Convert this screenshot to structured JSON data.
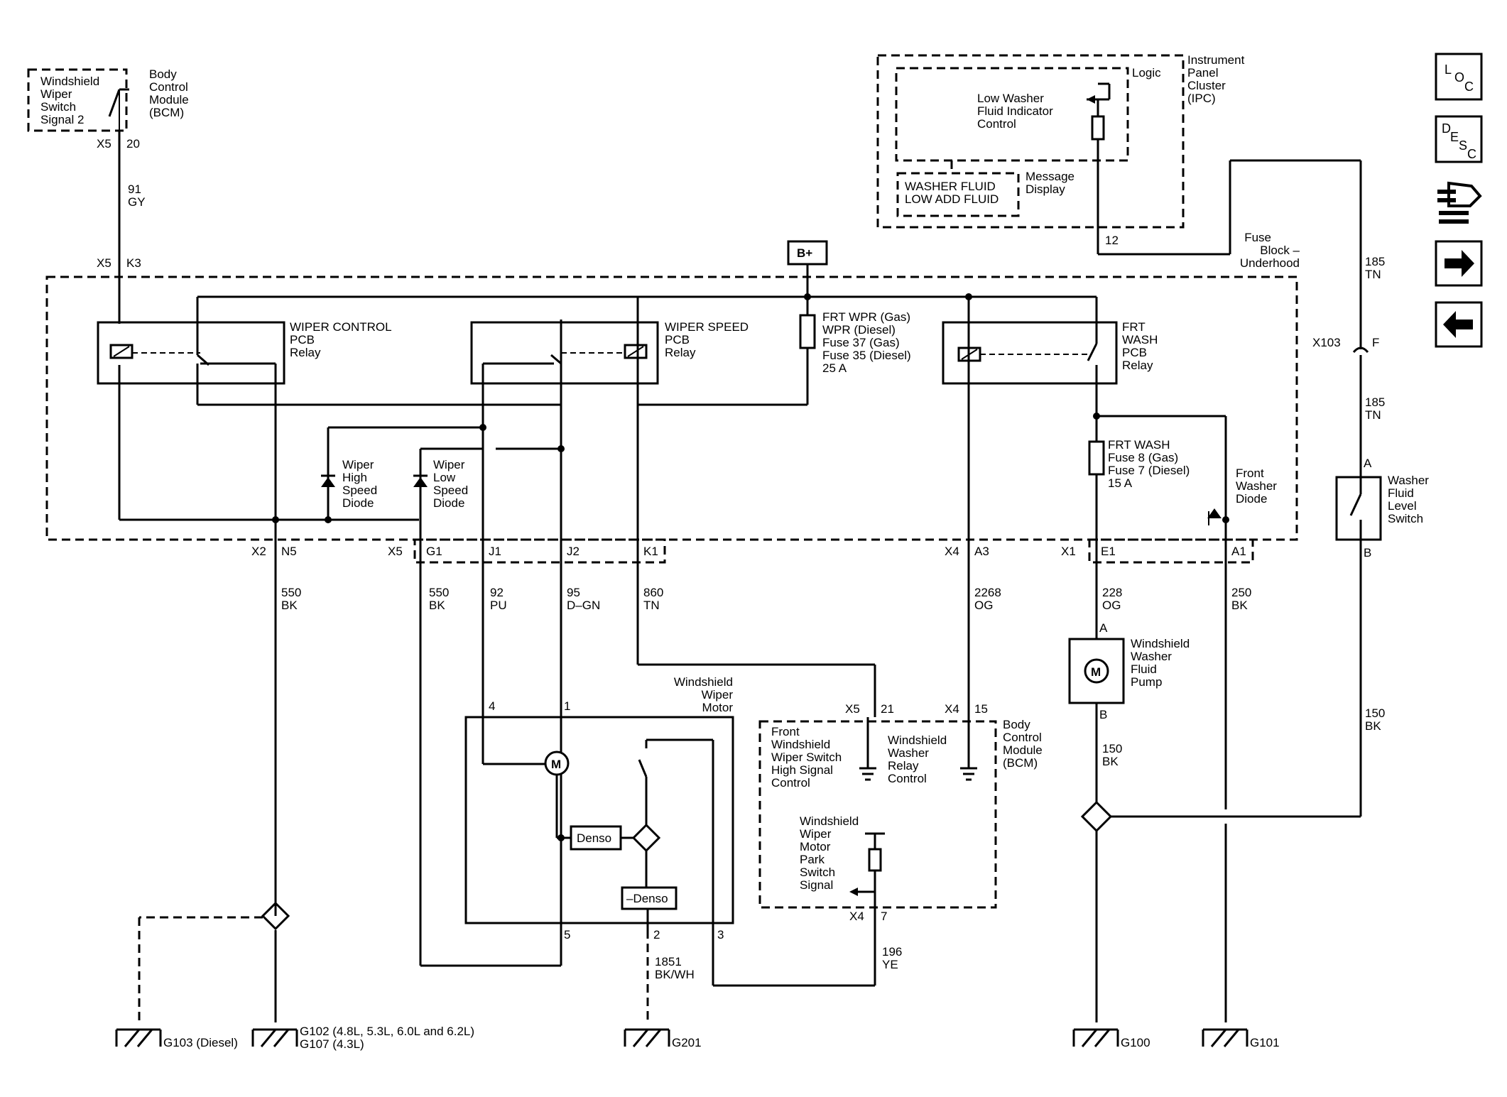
{
  "nav": {
    "loc": [
      "L",
      "O",
      "C"
    ],
    "desc": [
      "D",
      "E",
      "S",
      "C"
    ],
    "icons": [
      "loc-icon",
      "desc-icon",
      "connector-icon",
      "next-arrow-icon",
      "back-arrow-icon"
    ]
  },
  "modules": {
    "bcm_top": {
      "switch_lines": [
        "Windshield",
        "Wiper",
        "Switch",
        "Signal 2"
      ],
      "name_lines": [
        "Body",
        "Control",
        "Module",
        "(BCM)"
      ],
      "conn": "X5",
      "pin": "20"
    },
    "ipc": {
      "name_lines": [
        "Instrument",
        "Panel",
        "Cluster",
        "(IPC)"
      ],
      "logic": "Logic",
      "control_lines": [
        "Low Washer",
        "Fluid Indicator",
        "Control"
      ],
      "message_lines": [
        "WASHER FLUID",
        "LOW ADD FLUID"
      ],
      "display_lines": [
        "Message",
        "Display"
      ],
      "pin": "12"
    },
    "fuse_block": {
      "name_lines": [
        "Fuse",
        "Block –",
        "Underhood"
      ],
      "battery": "B+"
    },
    "bcm_bottom": {
      "name_lines": [
        "Body",
        "Control",
        "Module",
        "(BCM)"
      ],
      "high_lines": [
        "Front",
        "Windshield",
        "Wiper Switch",
        "High Signal",
        "Control"
      ],
      "relay_lines": [
        "Windshield",
        "Washer",
        "Relay",
        "Control"
      ],
      "park_lines": [
        "Windshield",
        "Wiper",
        "Motor",
        "Park",
        "Switch",
        "Signal"
      ],
      "x5": "X5",
      "p21": "21",
      "x4a": "X4",
      "p15": "15",
      "x4b": "X4",
      "p7": "7"
    }
  },
  "relays": {
    "control": [
      "WIPER CONTROL",
      "PCB",
      "Relay"
    ],
    "speed": [
      "WIPER SPEED",
      "PCB",
      "Relay"
    ],
    "wash": [
      "FRT",
      "WASH",
      "PCB",
      "Relay"
    ]
  },
  "fuses": {
    "wpr": [
      "FRT WPR (Gas)",
      "WPR (Diesel)",
      "Fuse 37 (Gas)",
      "Fuse 35 (Diesel)",
      "25 A"
    ],
    "wash": [
      "FRT WASH",
      "Fuse 8 (Gas)",
      "Fuse 7 (Diesel)",
      "15 A"
    ]
  },
  "diodes": {
    "high": [
      "Wiper",
      "High",
      "Speed",
      "Diode"
    ],
    "low": [
      "Wiper",
      "Low",
      "Speed",
      "Diode"
    ],
    "washer": [
      "Front",
      "Washer",
      "Diode"
    ]
  },
  "connectors": {
    "x5_k3": [
      "X5",
      "K3"
    ],
    "x2": "X2",
    "n5": "N5",
    "x5b": "X5",
    "g1": "G1",
    "j1": "J1",
    "j2": "J2",
    "k1": "K1",
    "x4": "X4",
    "a3": "A3",
    "x1": "X1",
    "e1": "E1",
    "a1": "A1",
    "x103": "X103",
    "f": "F"
  },
  "wires": {
    "w91": [
      "91",
      "GY"
    ],
    "w185a": [
      "185",
      "TN"
    ],
    "w185b": [
      "185",
      "TN"
    ],
    "w550a": [
      "550",
      "BK"
    ],
    "w550b": [
      "550",
      "BK"
    ],
    "w92": [
      "92",
      "PU"
    ],
    "w95": [
      "95",
      "D–GN"
    ],
    "w860": [
      "860",
      "TN"
    ],
    "w2268": [
      "2268",
      "OG"
    ],
    "w228": [
      "228",
      "OG"
    ],
    "w250": [
      "250",
      "BK"
    ],
    "w150a": [
      "150",
      "BK"
    ],
    "w150b": [
      "150",
      "BK"
    ],
    "w1851": [
      "1851",
      "BK/WH"
    ],
    "w196": [
      "196",
      "YE"
    ]
  },
  "motor": {
    "name_lines": [
      "Windshield",
      "Wiper",
      "Motor"
    ],
    "pins": [
      "4",
      "1",
      "5",
      "2",
      "3"
    ],
    "denso": "Denso",
    "neg_denso": "–Denso",
    "symbol": "M"
  },
  "pump": {
    "name_lines": [
      "Windshield",
      "Washer",
      "Fluid",
      "Pump"
    ],
    "pin_a": "A",
    "pin_b": "B",
    "symbol": "M"
  },
  "level_switch": {
    "name_lines": [
      "Washer",
      "Fluid",
      "Level",
      "Switch"
    ],
    "pin_a": "A",
    "pin_b": "B"
  },
  "grounds": {
    "g103": "G103 (Diesel)",
    "g102": [
      "G102 (4.8L, 5.3L, 6.0L and 6.2L)",
      "G107 (4.3L)"
    ],
    "g201": "G201",
    "g100": "G100",
    "g101": "G101"
  }
}
